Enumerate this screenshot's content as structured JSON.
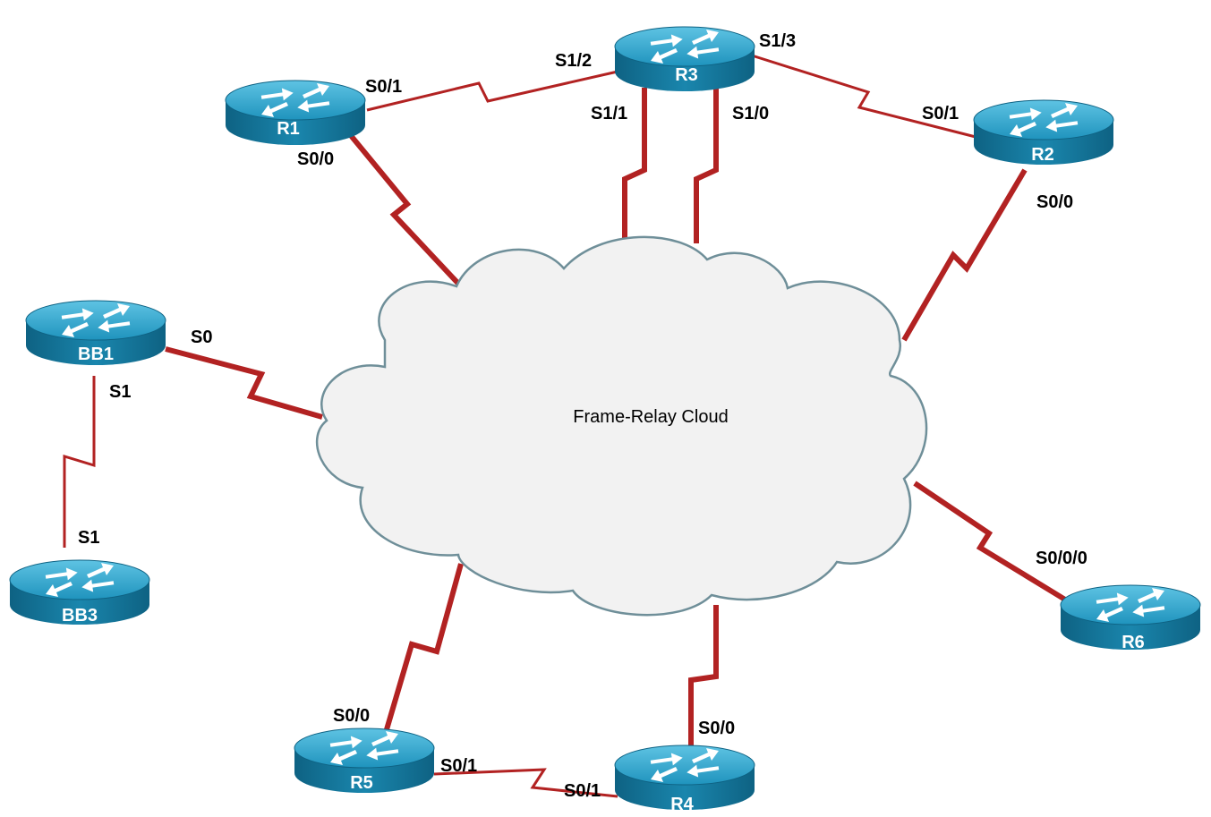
{
  "cloud": {
    "label": "Frame-Relay Cloud"
  },
  "routers": {
    "R1": "R1",
    "R2": "R2",
    "R3": "R3",
    "R4": "R4",
    "R5": "R5",
    "R6": "R6",
    "BB1": "BB1",
    "BB3": "BB3"
  },
  "interfaces": {
    "r1_s01": "S0/1",
    "r1_s00": "S0/0",
    "r3_s12": "S1/2",
    "r3_s13": "S1/3",
    "r3_s11": "S1/1",
    "r3_s10": "S1/0",
    "r2_s01": "S0/1",
    "r2_s00": "S0/0",
    "bb1_s0": "S0",
    "bb1_s1": "S1",
    "bb3_s1": "S1",
    "r6_s000": "S0/0/0",
    "r5_s00": "S0/0",
    "r5_s01": "S0/1",
    "r4_s00": "S0/0",
    "r4_s01": "S0/1"
  },
  "colors": {
    "link": "#b22222",
    "router_top": "#2aa3c8",
    "router_body": "#1a7fa3",
    "cloud_fill": "#f2f2f2",
    "cloud_stroke": "#6f8f99"
  }
}
